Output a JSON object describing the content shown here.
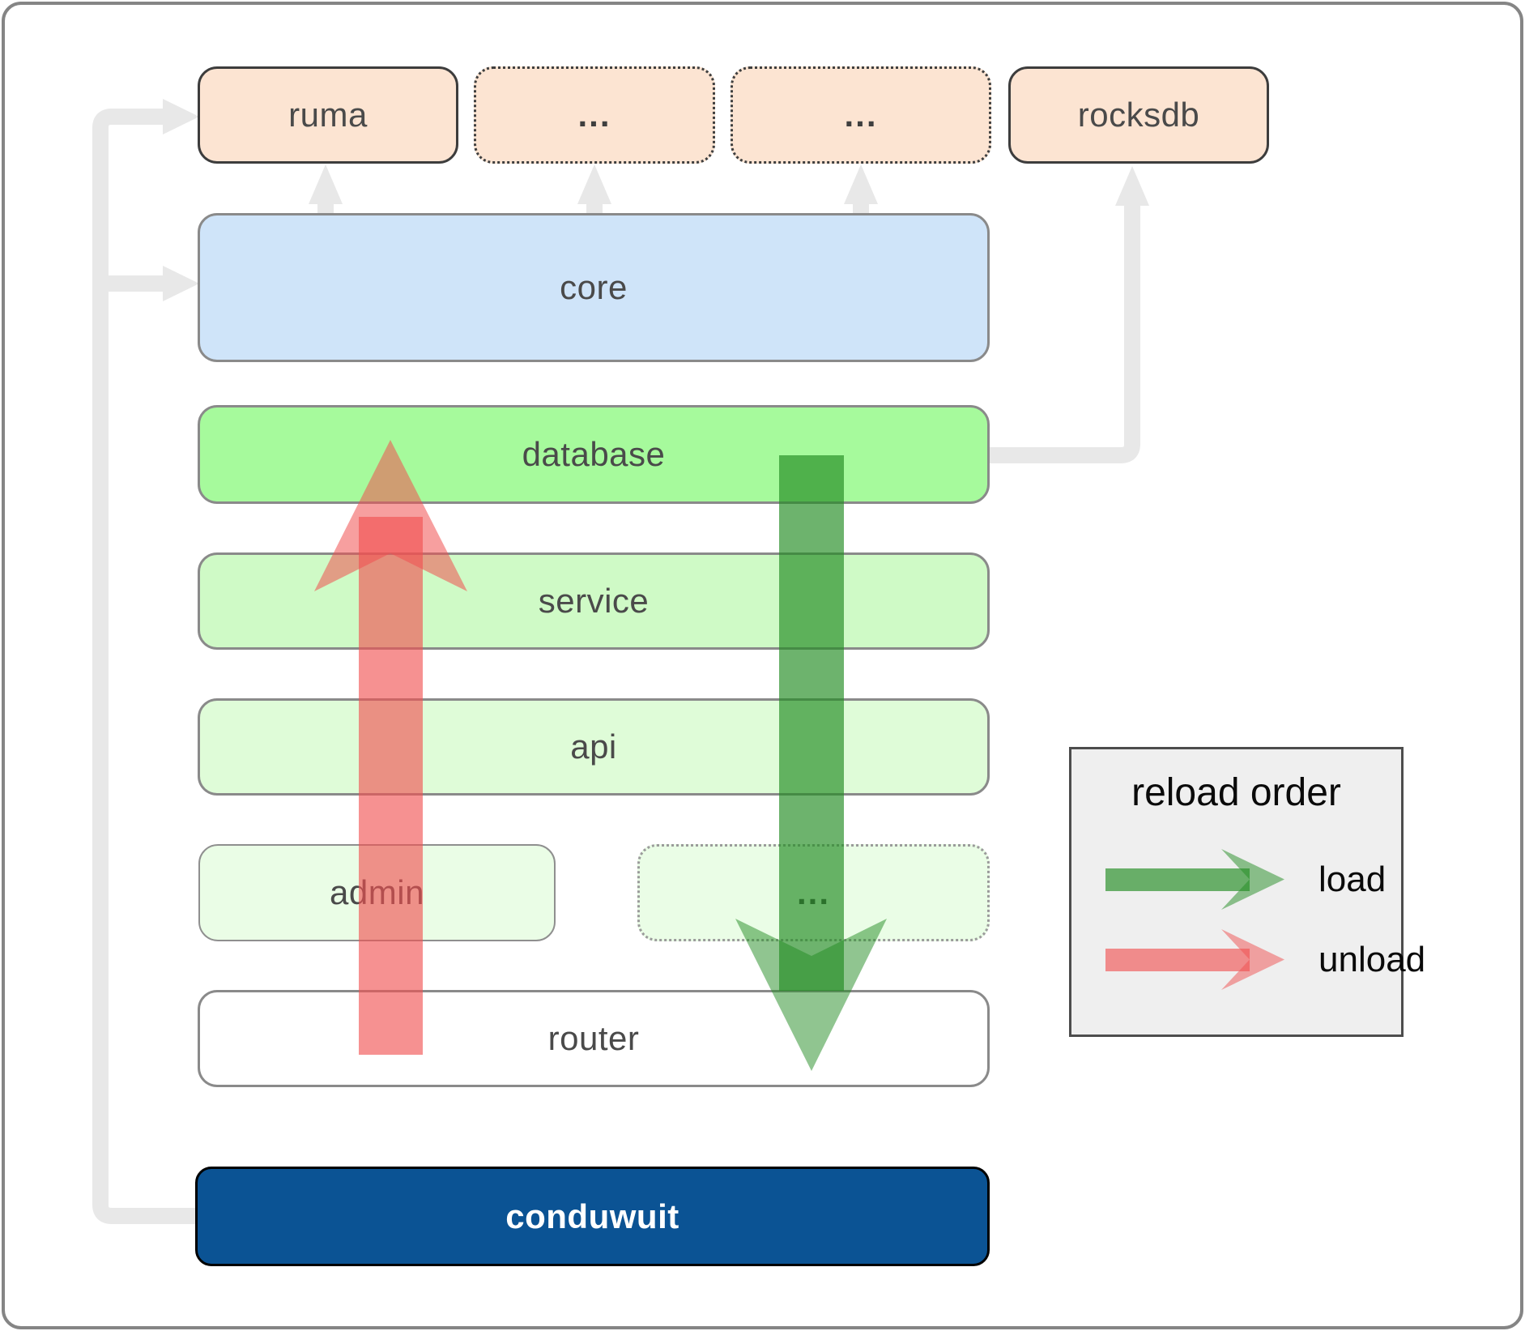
{
  "boxes": {
    "ruma": "ruma",
    "more_top_1": "...",
    "more_top_2": "...",
    "rocksdb": "rocksdb",
    "core": "core",
    "database": "database",
    "service": "service",
    "api": "api",
    "admin": "admin",
    "more_admin": "...",
    "router": "router",
    "conduwuit": "conduwuit"
  },
  "legend": {
    "title": "reload order",
    "load_label": "load",
    "unload_label": "unload"
  },
  "colors": {
    "peach": "#fce4d2",
    "core_blue": "#cfe4f9",
    "database_green": "#a6fa9c",
    "service_green": "#cffac6",
    "api_green": "#dffcd8",
    "admin_green": "#eafde6",
    "router_white": "#ffffff",
    "conduwuit_blue": "#0b5394",
    "connector_gray": "#e8e8e8",
    "load_green": "#228b22",
    "unload_red": "#f05050",
    "legend_bg": "#efefef",
    "label_text": "#4a4a4a"
  }
}
